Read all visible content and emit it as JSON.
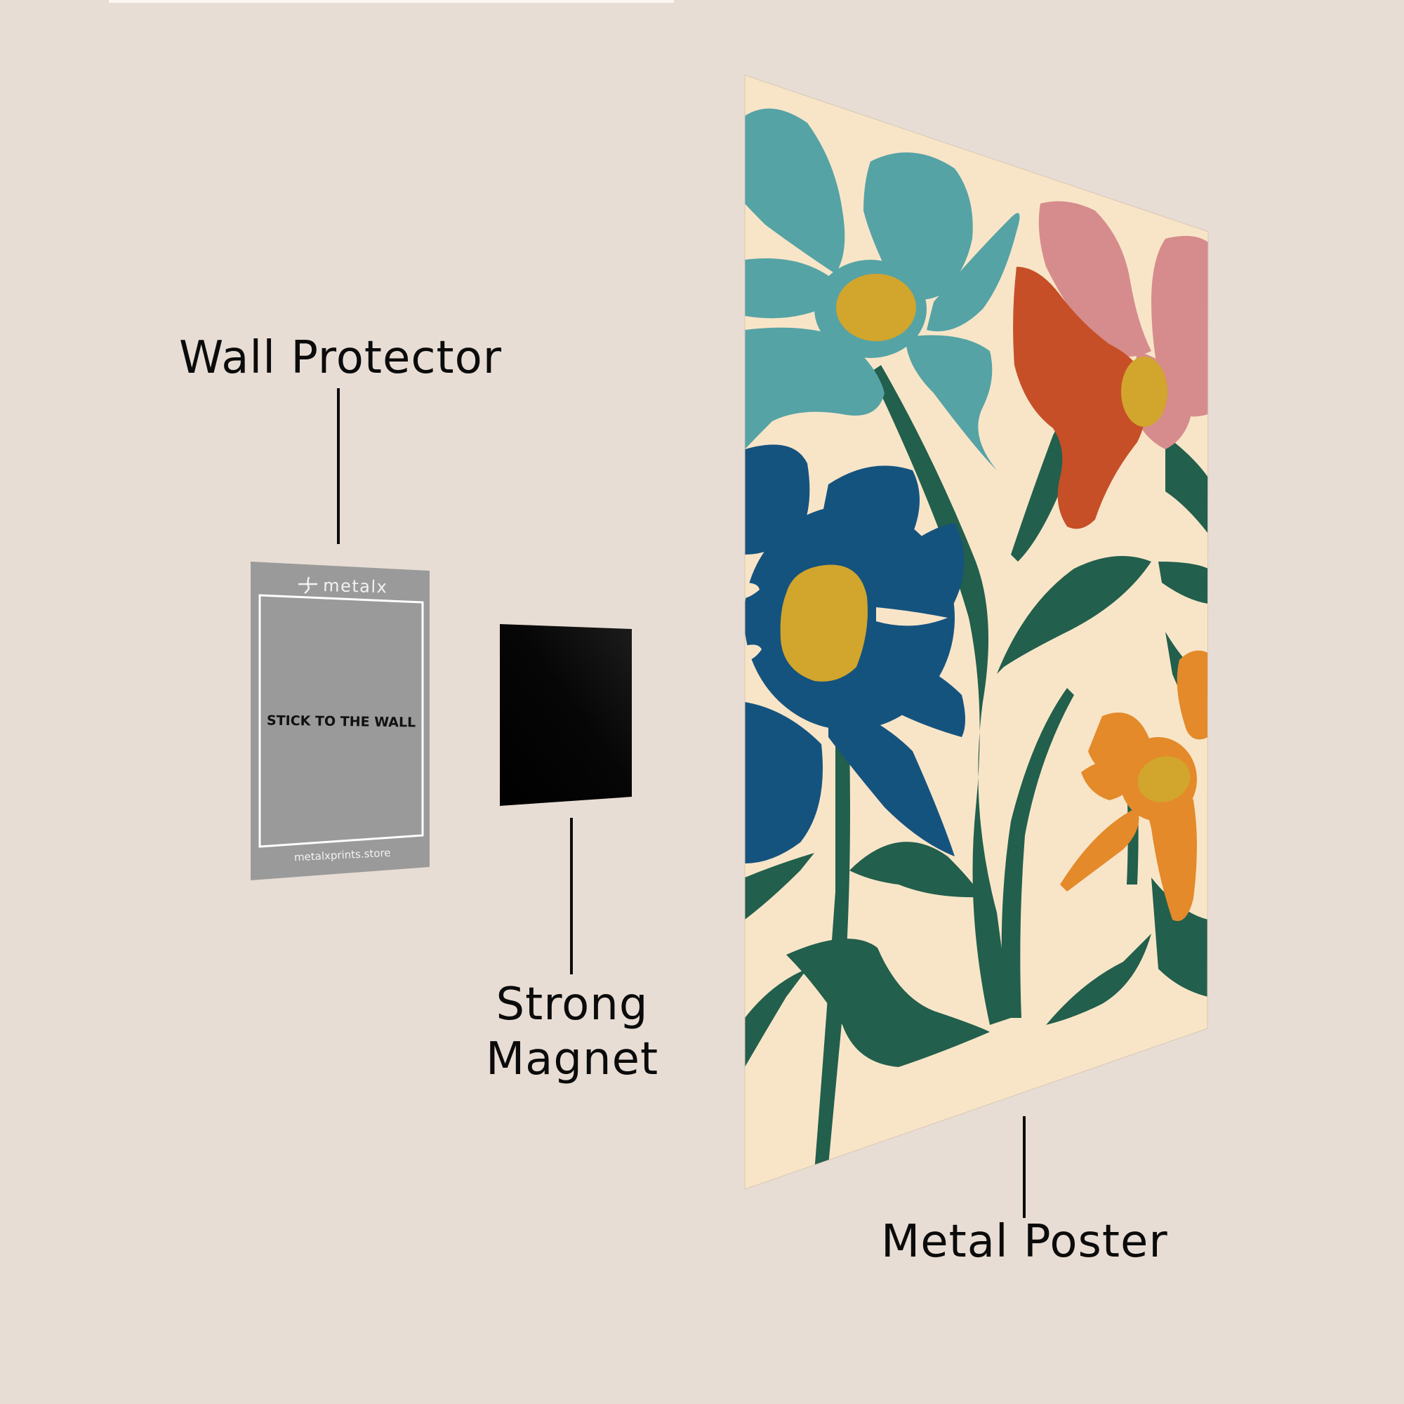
{
  "labels": {
    "wall_protector": "Wall Protector",
    "strong_magnet_line1": "Strong",
    "strong_magnet_line2": "Magnet",
    "metal_poster": "Metal Poster"
  },
  "wall_protector_panel": {
    "brand": "metalx",
    "instruction": "STICK TO THE WALL",
    "website": "metalxprints.store",
    "color": "#9a9a9a"
  },
  "magnet_panel": {
    "color": "#050505"
  },
  "poster": {
    "background": "#f8e5c8",
    "flower_colors": {
      "teal": "#55a3a5",
      "blue": "#15537f",
      "red": "#c64f27",
      "pink": "#d68c8c",
      "orange": "#e48a2a",
      "yellow_center": "#d2a52c",
      "leaf_green": "#225f4c"
    }
  },
  "colors": {
    "page_background": "#e8ddd4",
    "text": "#0b0b0b"
  }
}
